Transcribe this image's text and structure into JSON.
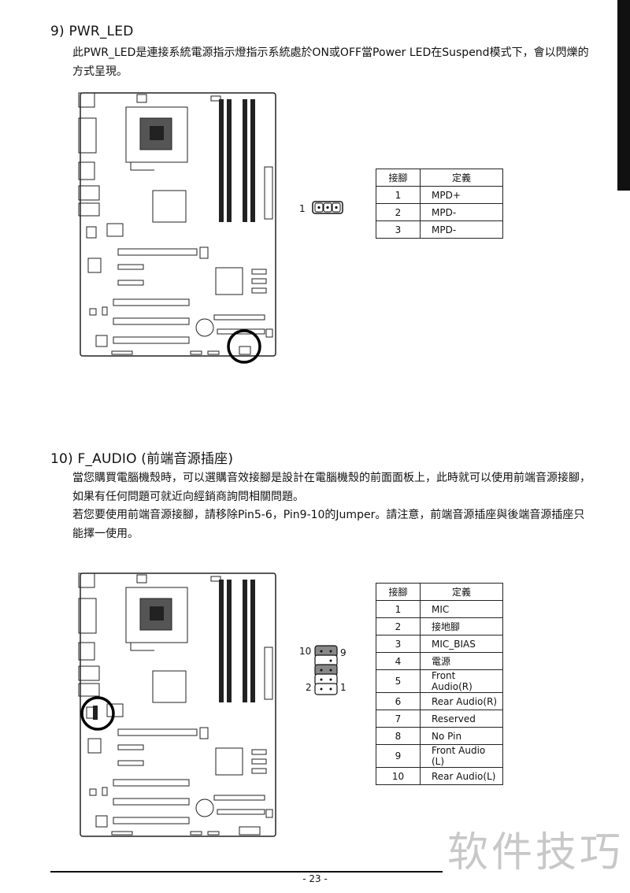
{
  "section9": {
    "heading": "9)   PWR_LED",
    "description": "此PWR_LED是連接系統電源指示燈指示系統處於ON或OFF當Power LED在Suspend模式下，會以閃爍的方式呈現。",
    "connector_label": "1",
    "table": {
      "headers": [
        "接腳",
        "定義"
      ],
      "rows": [
        [
          "1",
          "MPD+"
        ],
        [
          "2",
          "MPD-"
        ],
        [
          "3",
          "MPD-"
        ]
      ]
    }
  },
  "section10": {
    "heading": "10) F_AUDIO (前端音源插座)",
    "paragraph1": "當您購買電腦機殼時，可以選購音效接腳是設計在電腦機殼的前面面板上，此時就可以使用前端音源接腳，如果有任何問題可就近向經銷商詢問相關問題。",
    "paragraph2": "若您要使用前端音源接腳，請移除Pin5-6，Pin9-10的Jumper。請注意，前端音源插座與後端音源插座只能擇一使用。",
    "pin_labels": {
      "top_left": "10",
      "top_right": "9",
      "bottom_left": "2",
      "bottom_right": "1"
    },
    "table": {
      "headers": [
        "接腳",
        "定義"
      ],
      "rows": [
        [
          "1",
          "MIC"
        ],
        [
          "2",
          "接地腳"
        ],
        [
          "3",
          "MIC_BIAS"
        ],
        [
          "4",
          "電源"
        ],
        [
          "5",
          "Front Audio(R)"
        ],
        [
          "6",
          "Rear Audio(R)"
        ],
        [
          "7",
          "Reserved"
        ],
        [
          "8",
          "No Pin"
        ],
        [
          "9",
          "Front Audio (L)"
        ],
        [
          "10",
          "Rear Audio(L)"
        ]
      ]
    }
  },
  "footer": {
    "page_number": "- 23 -"
  },
  "watermark": "软件技巧",
  "colors": {
    "text": "#111111",
    "watermark": "#c8c8c8",
    "side_tab": "#111111"
  }
}
